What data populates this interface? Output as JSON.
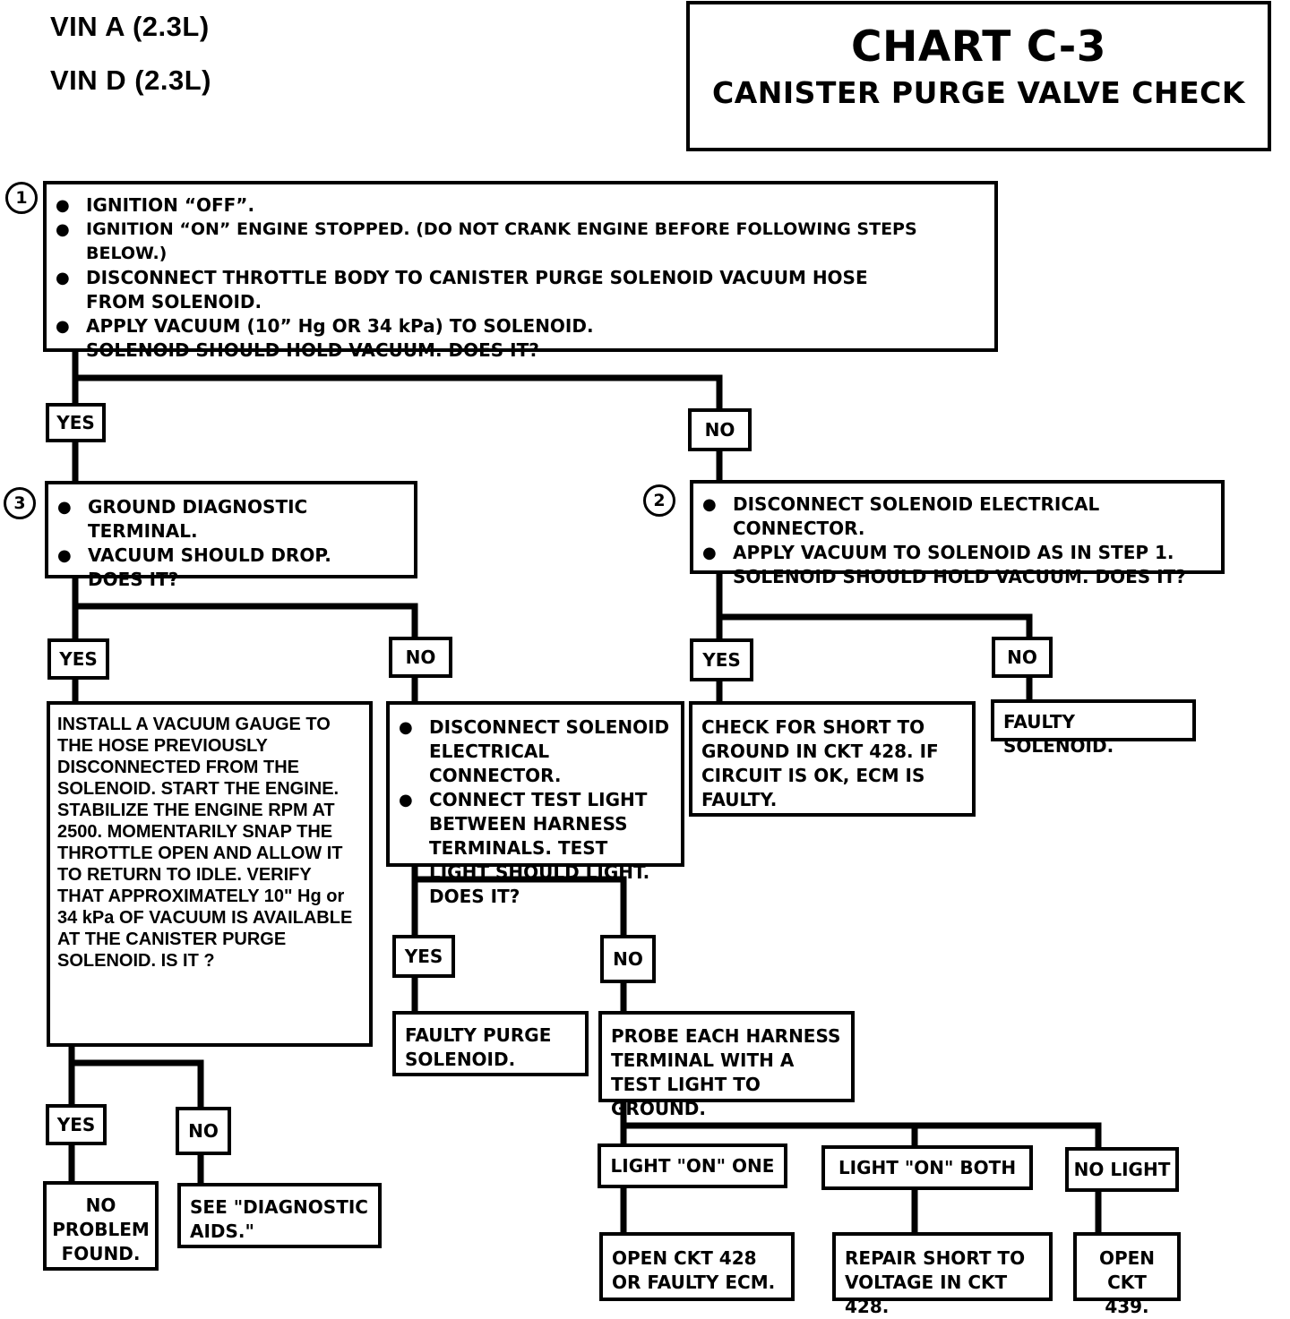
{
  "header": {
    "vin_a": "VIN A (2.3L)",
    "vin_d": "VIN D (2.3L)",
    "chart_number": "CHART C-3",
    "chart_title": "CANISTER PURGE VALVE CHECK"
  },
  "step1": {
    "number": "1",
    "bullets": [
      "IGNITION “OFF”.",
      "IGNITION “ON” ENGINE STOPPED. (DO NOT CRANK ENGINE BEFORE FOLLOWING STEPS BELOW.)",
      "DISCONNECT THROTTLE BODY TO CANISTER PURGE SOLENOID VACUUM HOSE FROM SOLENOID.",
      "APPLY VACUUM (10” Hg OR 34 kPa) TO SOLENOID."
    ],
    "continuation": "SOLENOID SHOULD HOLD VACUUM. DOES IT?"
  },
  "step2": {
    "number": "2",
    "bullets": [
      "DISCONNECT SOLENOID ELECTRICAL CONNECTOR.",
      "APPLY VACUUM TO SOLENOID AS IN STEP 1."
    ],
    "continuation": "SOLENOID SHOULD HOLD VACUUM. DOES IT?"
  },
  "step3": {
    "number": "3",
    "bullets": [
      "GROUND DIAGNOSTIC TERMINAL.",
      "VACUUM SHOULD DROP."
    ],
    "continuation": "DOES IT?"
  },
  "labels": {
    "yes": "YES",
    "no": "NO"
  },
  "vacuum_gauge_check": "INSTALL A VACUUM GAUGE TO THE HOSE PREVIOUSLY DISCONNECTED FROM THE SOLENOID. START THE ENGINE. STABILIZE THE ENGINE RPM AT 2500. MOMENTARILY SNAP THE THROTTLE OPEN AND ALLOW IT TO RETURN TO IDLE. VERIFY THAT APPROXIMATELY 10\" Hg or 34 kPa OF VACUUM IS AVAILABLE AT THE CANISTER PURGE SOLENOID. IS IT ?",
  "test_light_check": {
    "bullets": [
      "DISCONNECT SOLENOID ELECTRICAL CONNECTOR.",
      "CONNECT TEST LIGHT BETWEEN HARNESS TERMINALS. TEST LIGHT SHOULD LIGHT. DOES IT?"
    ]
  },
  "results": {
    "short_to_ground": "CHECK FOR SHORT TO GROUND IN CKT 428. IF CIRCUIT IS OK, ECM IS FAULTY.",
    "faulty_solenoid": "FAULTY SOLENOID.",
    "faulty_purge_solenoid": "FAULTY PURGE SOLENOID.",
    "probe_terminal": "PROBE EACH HARNESS TERMINAL WITH A TEST LIGHT TO GROUND.",
    "no_problem": "NO PROBLEM FOUND.",
    "see_diag": "SEE \"DIAGNOSTIC AIDS.\"",
    "light_on_one": "LIGHT \"ON\" ONE",
    "light_on_both": "LIGHT \"ON\" BOTH",
    "no_light": "NO LIGHT",
    "open_ckt_428": "OPEN CKT 428 OR FAULTY ECM.",
    "repair_short": "REPAIR SHORT TO VOLTAGE IN CKT 428.",
    "open_ckt_439": "OPEN CKT 439."
  }
}
